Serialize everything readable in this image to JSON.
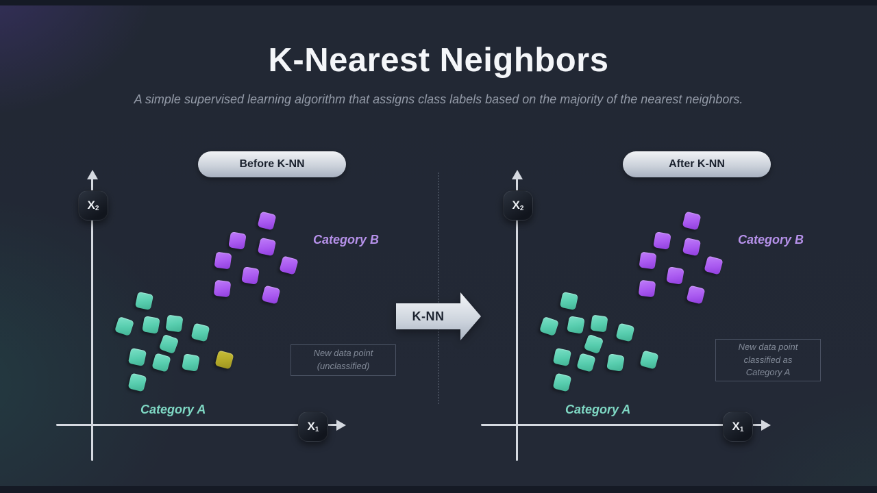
{
  "slide": {
    "title": "K-Nearest Neighbors",
    "subtitle": "A simple supervised learning algorithm that assigns class labels based on the majority of the nearest neighbors."
  },
  "arrow": {
    "label": "K-NN"
  },
  "colors": {
    "background": "#232936",
    "category_a": "#57cdae",
    "category_b": "#a959f0",
    "new_point_unclassified": "#b1a727",
    "axis": "#d5d9e0",
    "pill_text": "#1a212d",
    "category_a_label": "#7fd8c4",
    "category_b_label": "#b691ea"
  },
  "points": {
    "category_b": [
      [
        389,
        322,
        14
      ],
      [
        346,
        351,
        10
      ],
      [
        389,
        360,
        12
      ],
      [
        325,
        380,
        8
      ],
      [
        421,
        387,
        15
      ],
      [
        365,
        402,
        10
      ],
      [
        324,
        421,
        7
      ],
      [
        395,
        430,
        14
      ]
    ],
    "category_a": [
      [
        210,
        439,
        12
      ],
      [
        181,
        476,
        18
      ],
      [
        220,
        474,
        10
      ],
      [
        254,
        472,
        8
      ],
      [
        292,
        485,
        14
      ],
      [
        246,
        502,
        20
      ],
      [
        200,
        521,
        12
      ],
      [
        235,
        529,
        16
      ],
      [
        278,
        529,
        10
      ],
      [
        200,
        558,
        14
      ]
    ],
    "new_point": [
      327,
      525,
      15
    ]
  },
  "panels": [
    {
      "badge_label": "Before K-NN",
      "axis_x": {
        "label": "X",
        "sub": "1"
      },
      "axis_y": {
        "label": "X",
        "sub": "2"
      },
      "category_a_label": "Category A",
      "category_b_label": "Category B",
      "note_lines": [
        "New data point",
        "(unclassified)"
      ],
      "new_point_class": "pt-new",
      "new_point_state": "unclassified"
    },
    {
      "badge_label": "After K-NN",
      "axis_x": {
        "label": "X",
        "sub": "1"
      },
      "axis_y": {
        "label": "X",
        "sub": "2"
      },
      "category_a_label": "Category A",
      "category_b_label": "Category B",
      "note_lines": [
        "New data point",
        "classified as",
        "Category A"
      ],
      "new_point_class": "pt-a",
      "new_point_state": "classified as Category A"
    }
  ]
}
